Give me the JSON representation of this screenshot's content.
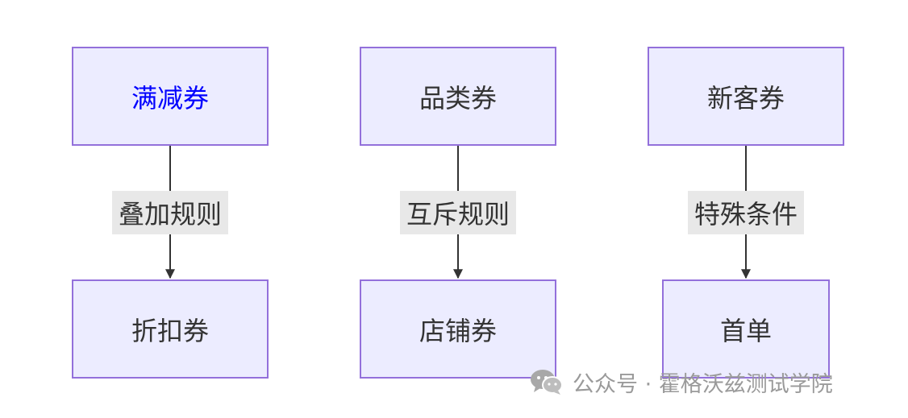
{
  "nodes": {
    "top": [
      "满减券",
      "品类券",
      "新客券"
    ],
    "bottom": [
      "折扣券",
      "店铺券",
      "首单"
    ]
  },
  "edges": [
    "叠加规则",
    "互斥规则",
    "特殊条件"
  ],
  "watermark": {
    "icon": "wechat-icon",
    "text": "公众号 · 霍格沃兹测试学院"
  }
}
